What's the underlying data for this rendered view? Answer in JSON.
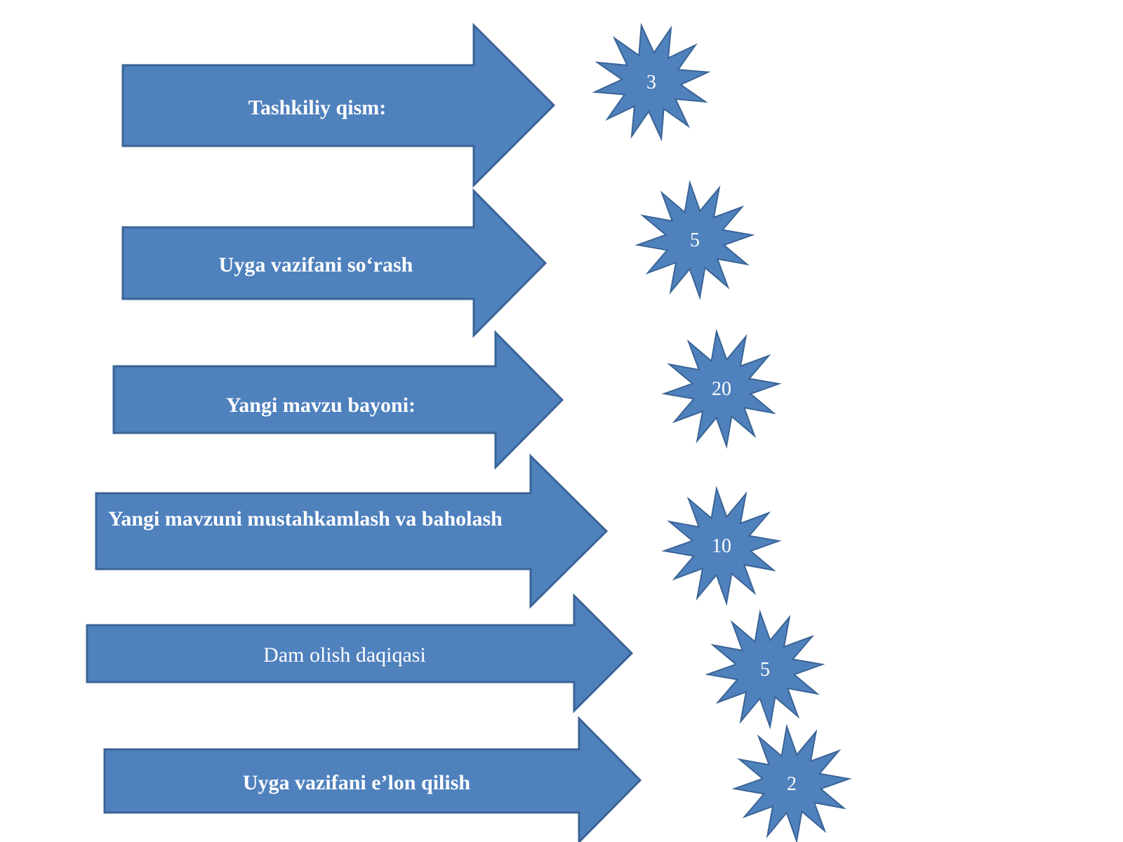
{
  "colors": {
    "shape_fill": "#4f81bd",
    "shape_stroke": "#3a6496",
    "label_text": "#ffffff"
  },
  "steps": [
    {
      "label": "Tashkiliy qism:",
      "minutes": "3",
      "label_weight": "bold"
    },
    {
      "label": "Uyga vazifani so‘rash",
      "minutes": "5",
      "label_weight": "bold"
    },
    {
      "label": "Yangi mavzu bayoni:",
      "minutes": "20",
      "label_weight": "bold"
    },
    {
      "label": "Yangi  mavzuni mustahkamlash va baholash",
      "minutes": "10",
      "label_weight": "bold"
    },
    {
      "label": "Dam olish daqiqasi",
      "minutes": "5",
      "label_weight": "normal"
    },
    {
      "label": "Uyga vazifani e’lon qilish",
      "minutes": "2",
      "label_weight": "bold"
    }
  ]
}
